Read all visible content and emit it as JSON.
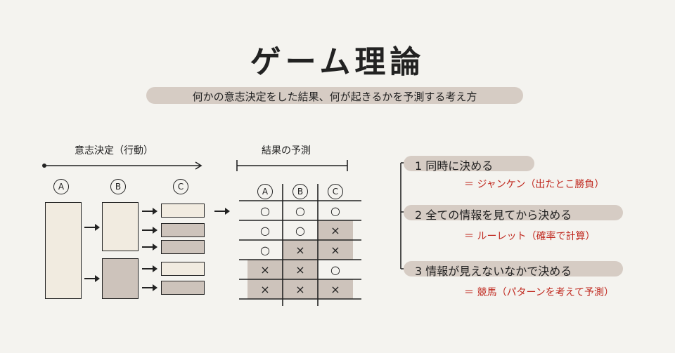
{
  "title": "ゲーム理論",
  "subtitle": "何かの意志決定をした結果、何が起きるかを予測する考え方",
  "left": {
    "header": "意志決定（行動）",
    "result_header": "結果の予測",
    "col_labels": [
      "A",
      "B",
      "C"
    ]
  },
  "table": {
    "cols": [
      "A",
      "B",
      "C"
    ],
    "rows": [
      [
        "○",
        "○",
        "○"
      ],
      [
        "○",
        "○",
        "×"
      ],
      [
        "○",
        "×",
        "×"
      ],
      [
        "×",
        "×",
        "○"
      ],
      [
        "×",
        "×",
        "×"
      ]
    ]
  },
  "steps": [
    {
      "label": "1  同時に決める",
      "note": "＝ ジャンケン（出たとこ勝負）"
    },
    {
      "label": "2  全ての情報を見てから決める",
      "note": "＝ ルーレット（確率で計算）"
    },
    {
      "label": "3  情報が見えないなかで決める",
      "note": "＝ 競馬（パターンを考えて予測）"
    }
  ],
  "colors": {
    "accent": "#c0291f",
    "pill": "#d6ccc4",
    "cream": "#f1ebe0",
    "taupe": "#cdc3bb"
  }
}
